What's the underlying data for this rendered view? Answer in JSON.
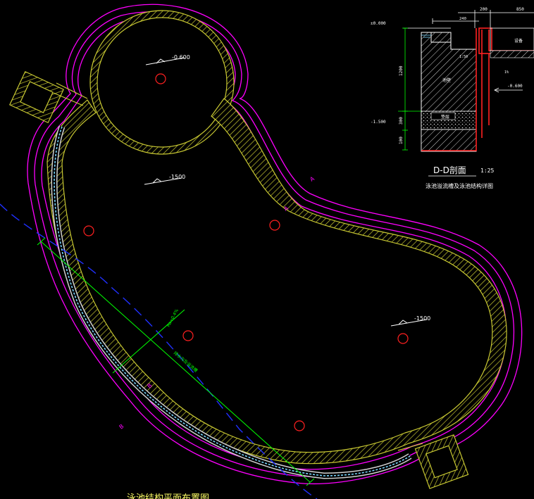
{
  "plan": {
    "elevations": {
      "round_pool": "-0.600",
      "upper_left": "-1500",
      "right": "-1500"
    },
    "section_marks": {
      "mark_a": "A",
      "mark_a2": "A",
      "mark_b": "B",
      "mark_b2": "B"
    },
    "green_note_1": "Ra=0.4%",
    "green_note_2": "排水沟及溢流槽",
    "bottom_title": "泳池结构平面布置图"
  },
  "section": {
    "title": "D-D剖面",
    "scale": "1:25",
    "subtitle": "泳池溢流槽及泳池结构详图",
    "top_dims": [
      "200",
      "850"
    ],
    "top_small_dim": "240",
    "elev_top": "±0.000",
    "elev_bottom": "-1.500",
    "elev_side": "-0.600",
    "vertical_dims": [
      "1200",
      "300",
      "100"
    ],
    "inner_labels": {
      "wall": "池壁",
      "room": "设备",
      "base": "垫层"
    },
    "small_marks": [
      "1:50",
      "1%"
    ]
  },
  "colors": {
    "background": "#000000",
    "magenta": "#ff00ff",
    "yellow": "#c8c832",
    "green": "#00ff00",
    "red": "#ff2020",
    "blue": "#2030ff",
    "cyan": "#7ad7ff",
    "white": "#ffffff"
  }
}
